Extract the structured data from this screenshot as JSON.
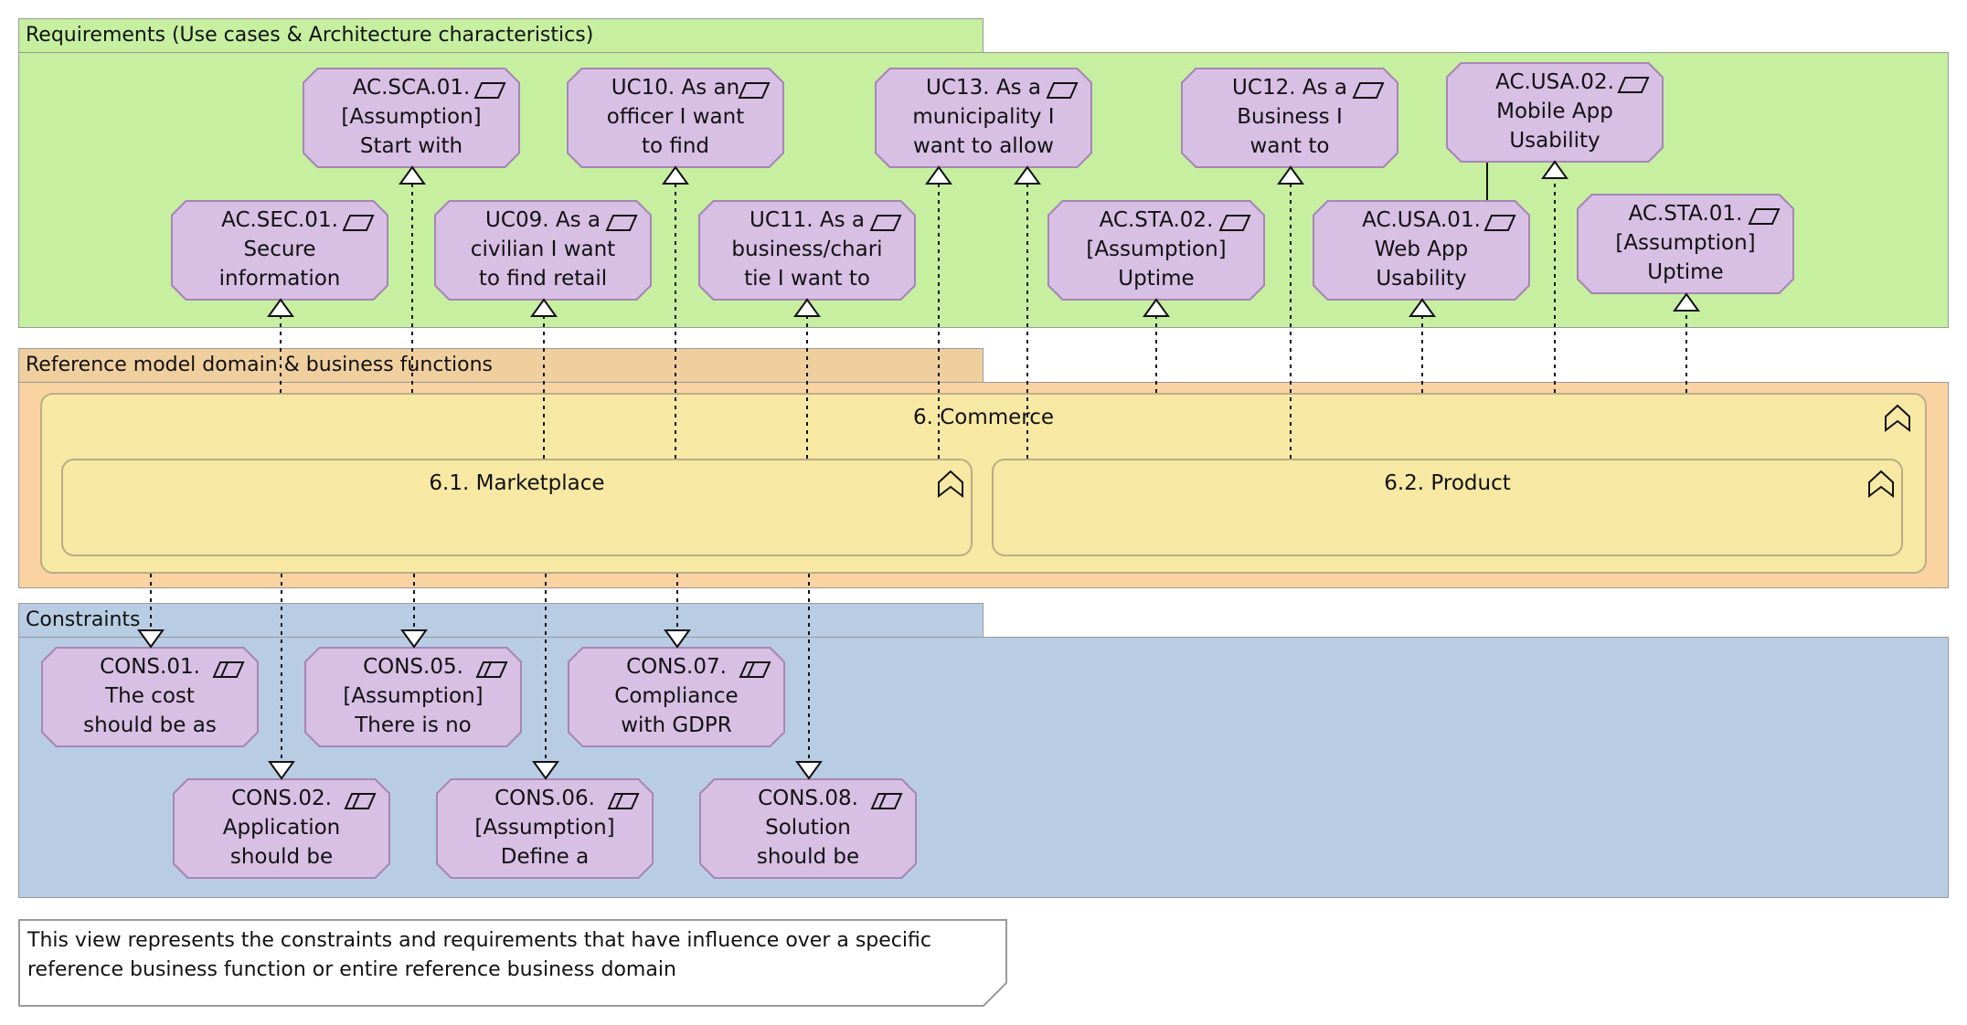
{
  "groups": {
    "requirements": {
      "label": "Requirements (Use cases & Architecture characteristics)"
    },
    "reference": {
      "label": "Reference model domain & business functions"
    },
    "constraints": {
      "label": "Constraints"
    }
  },
  "functions": {
    "commerce": {
      "label": "6. Commerce",
      "icon": "business-function-icon"
    },
    "marketplace": {
      "label": "6.1. Marketplace",
      "icon": "business-function-icon"
    },
    "product": {
      "label": "6.2. Product",
      "icon": "business-function-icon"
    }
  },
  "requirements": [
    {
      "id": "ac-sca-01",
      "lines": [
        "AC.SCA.01.",
        "[Assumption]",
        "Start with"
      ],
      "icon": "requirement-icon"
    },
    {
      "id": "uc10",
      "lines": [
        "UC10. As an",
        "officer I want",
        "to find"
      ],
      "icon": "requirement-icon"
    },
    {
      "id": "uc13",
      "lines": [
        "UC13. As a",
        "municipality I",
        "want to allow"
      ],
      "icon": "requirement-icon"
    },
    {
      "id": "uc12",
      "lines": [
        "UC12. As a",
        "Business I",
        "want to"
      ],
      "icon": "requirement-icon"
    },
    {
      "id": "ac-usa-02",
      "lines": [
        "AC.USA.02.",
        "Mobile App",
        "Usability"
      ],
      "icon": "requirement-icon"
    },
    {
      "id": "ac-sec-01",
      "lines": [
        "AC.SEC.01.",
        "Secure",
        "information"
      ],
      "icon": "requirement-icon"
    },
    {
      "id": "uc09",
      "lines": [
        "UC09. As a",
        "civilian I want",
        "to find retail"
      ],
      "icon": "requirement-icon"
    },
    {
      "id": "uc11",
      "lines": [
        "UC11. As a",
        "business/chari",
        "tie I want to"
      ],
      "icon": "requirement-icon"
    },
    {
      "id": "ac-sta-02",
      "lines": [
        "AC.STA.02.",
        "[Assumption]",
        "Uptime"
      ],
      "icon": "requirement-icon"
    },
    {
      "id": "ac-usa-01",
      "lines": [
        "AC.USA.01.",
        "Web App",
        "Usability"
      ],
      "icon": "requirement-icon"
    },
    {
      "id": "ac-sta-01",
      "lines": [
        "AC.STA.01.",
        "[Assumption]",
        "Uptime"
      ],
      "icon": "requirement-icon"
    }
  ],
  "constraints": [
    {
      "id": "cons-01",
      "lines": [
        "CONS.01.",
        "The cost",
        "should be as"
      ],
      "icon": "constraint-icon"
    },
    {
      "id": "cons-05",
      "lines": [
        "CONS.05.",
        "[Assumption]",
        "There is no"
      ],
      "icon": "constraint-icon"
    },
    {
      "id": "cons-07",
      "lines": [
        "CONS.07.",
        "Compliance",
        "with GDPR"
      ],
      "icon": "constraint-icon"
    },
    {
      "id": "cons-02",
      "lines": [
        "CONS.02.",
        "Application",
        "should be"
      ],
      "icon": "constraint-icon"
    },
    {
      "id": "cons-06",
      "lines": [
        "CONS.06.",
        "[Assumption]",
        "Define a"
      ],
      "icon": "constraint-icon"
    },
    {
      "id": "cons-08",
      "lines": [
        "CONS.08.",
        "Solution",
        "should be"
      ],
      "icon": "constraint-icon"
    }
  ],
  "note": {
    "text": "This view represents the constraints and requirements that have influence over a specific reference business function or entire reference business domain"
  },
  "colors": {
    "requirements_bg": "#c6efa0",
    "reference_bg": "#f9d3a2",
    "constraints_bg": "#b8cde3",
    "function_bg": "#f7e8a3",
    "element_bg": "#d8bfe4"
  }
}
